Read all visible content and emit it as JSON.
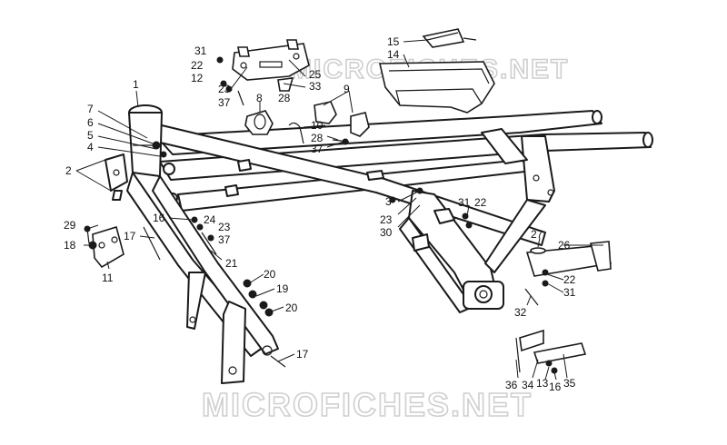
{
  "watermark": {
    "top": "MICROFICHES.NET",
    "bottom": "MICROFICHES.NET"
  },
  "colors": {
    "ink": "#1a1a1a",
    "watermark": "#cfcfcf",
    "background": "#ffffff"
  },
  "callouts": [
    "31",
    "22",
    "12",
    "25",
    "23",
    "33",
    "37",
    "8",
    "9",
    "15",
    "14",
    "1",
    "7",
    "6",
    "5",
    "4",
    "2",
    "10",
    "28",
    "37",
    "3",
    "23",
    "30",
    "31",
    "22",
    "16",
    "24",
    "23",
    "17",
    "37",
    "29",
    "18",
    "11",
    "21",
    "20",
    "19",
    "20",
    "17",
    "27",
    "26",
    "22",
    "31",
    "32",
    "36",
    "34",
    "13",
    "16",
    "35",
    "28"
  ]
}
